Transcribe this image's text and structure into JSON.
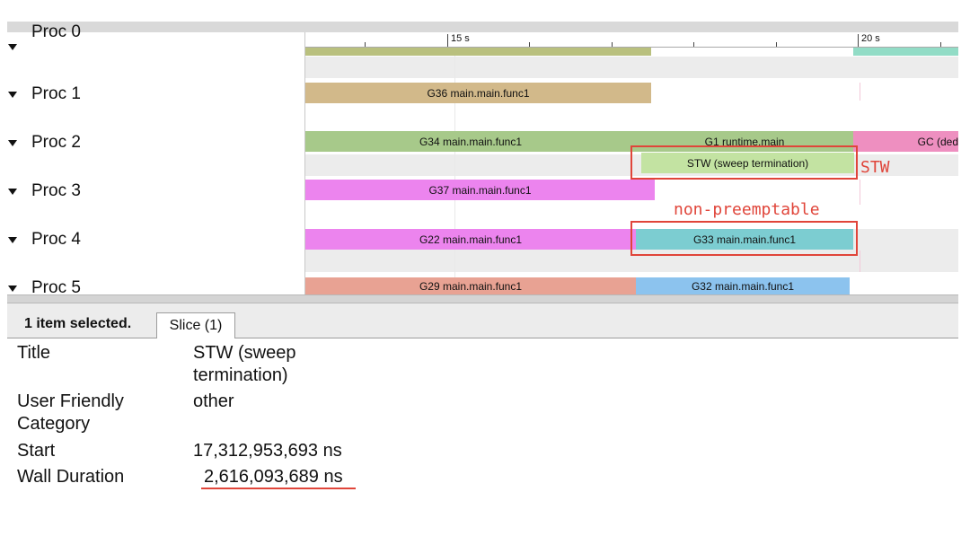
{
  "procs": [
    {
      "label": "Proc 0"
    },
    {
      "label": "Proc 1"
    },
    {
      "label": "Proc 2"
    },
    {
      "label": "Proc 3"
    },
    {
      "label": "Proc 4"
    },
    {
      "label": "Proc 5"
    }
  ],
  "ruler": {
    "tick_15": "15 s",
    "tick_20": "20 s"
  },
  "slices": {
    "p1": "G36 main.main.func1",
    "p2a": "G34 main.main.func1",
    "p2b": "G1 runtime.main",
    "p2c": "GC (ded",
    "p2sub": "STW (sweep termination)",
    "p3": "G37 main.main.func1",
    "p4a": "G22 main.main.func1",
    "p4b": "G33 main.main.func1",
    "p5a": "G29 main.main.func1",
    "p5b": "G32 main.main.func1"
  },
  "annotations": {
    "stw": "STW",
    "nonpre": "non-preemptable"
  },
  "selection": {
    "count": "1 item selected.",
    "tab": "Slice (1)"
  },
  "details": {
    "title_key": "Title",
    "title_val_1": "STW (sweep",
    "title_val_2": "termination)",
    "cat_key_1": "User Friendly",
    "cat_key_2": "Category",
    "cat_val": "other",
    "start_key": "Start",
    "start_val": "17,312,953,693 ns",
    "dur_key": "Wall Duration",
    "dur_val": "2,616,093,689 ns"
  },
  "colors": {
    "olive": "#b9c07e",
    "tan": "#d2b98a",
    "green": "#a7c98a",
    "pink": "#ee8fc0",
    "magenta": "#ec84ee",
    "teal": "#7ccdd1",
    "salmon": "#e8a293",
    "blue": "#8cc3ee",
    "mint": "#92dcc6",
    "lightgreen": "#c3e3a2",
    "annotation_red": "#e0453a"
  }
}
